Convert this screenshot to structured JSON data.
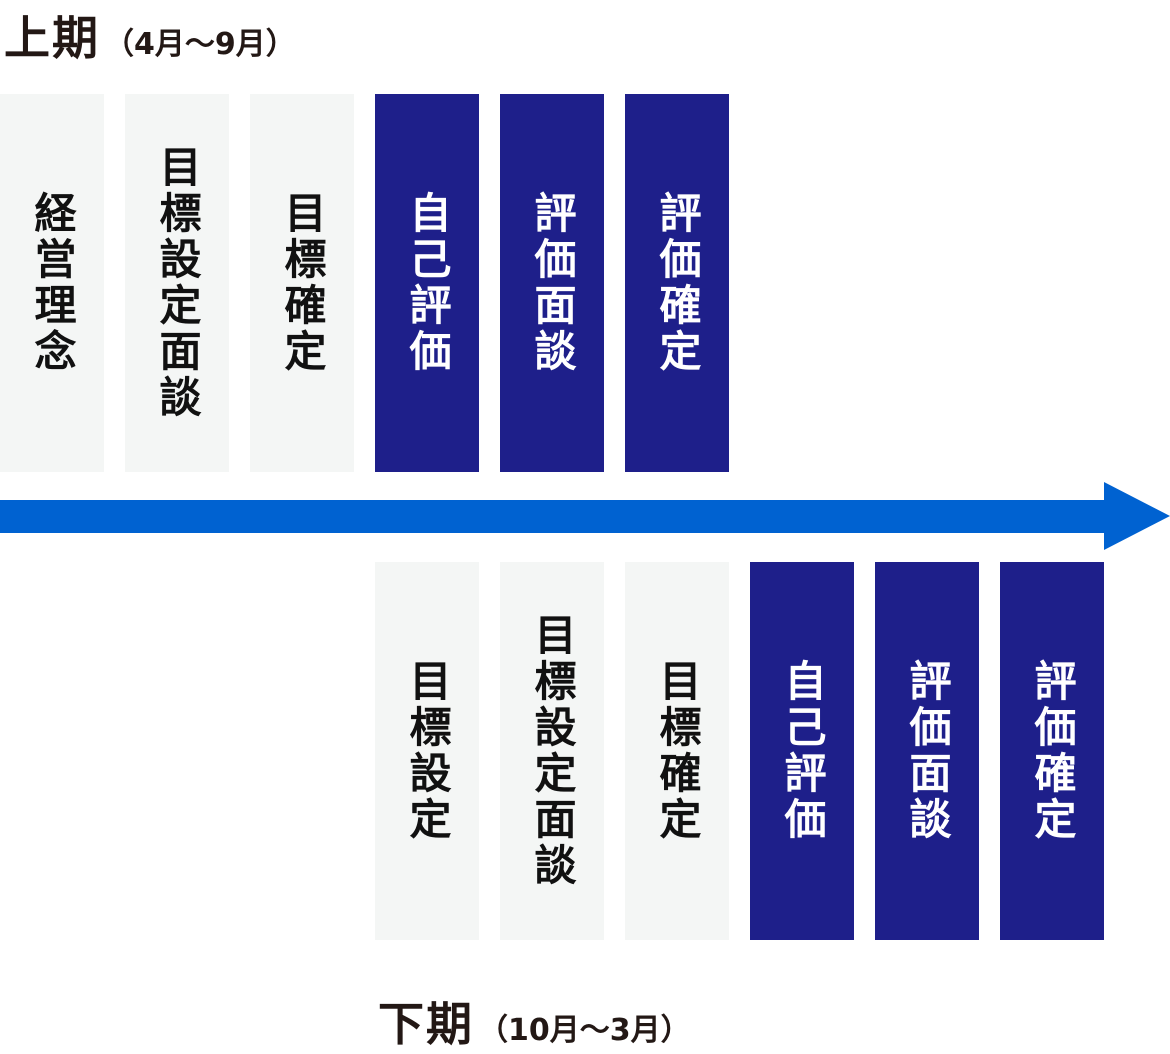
{
  "upper_period": {
    "title": "上期",
    "range": "（4月～9月）",
    "steps": [
      {
        "label": "経営理念",
        "style": "light"
      },
      {
        "label": "目標設定面談",
        "style": "light"
      },
      {
        "label": "目標確定",
        "style": "light"
      },
      {
        "label": "自己評価",
        "style": "dark"
      },
      {
        "label": "評価面談",
        "style": "dark"
      },
      {
        "label": "評価確定",
        "style": "dark"
      }
    ]
  },
  "lower_period": {
    "title": "下期",
    "range": "（10月～3月）",
    "steps": [
      {
        "label": "目標設定",
        "style": "light"
      },
      {
        "label": "目標設定面談",
        "style": "light"
      },
      {
        "label": "目標確定",
        "style": "light"
      },
      {
        "label": "自己評価",
        "style": "dark"
      },
      {
        "label": "評価面談",
        "style": "dark"
      },
      {
        "label": "評価確定",
        "style": "dark"
      }
    ]
  },
  "colors": {
    "light_box": "#f4f6f5",
    "dark_box": "#1e1f8a",
    "arrow": "#0062d1",
    "title_text": "#231815"
  }
}
